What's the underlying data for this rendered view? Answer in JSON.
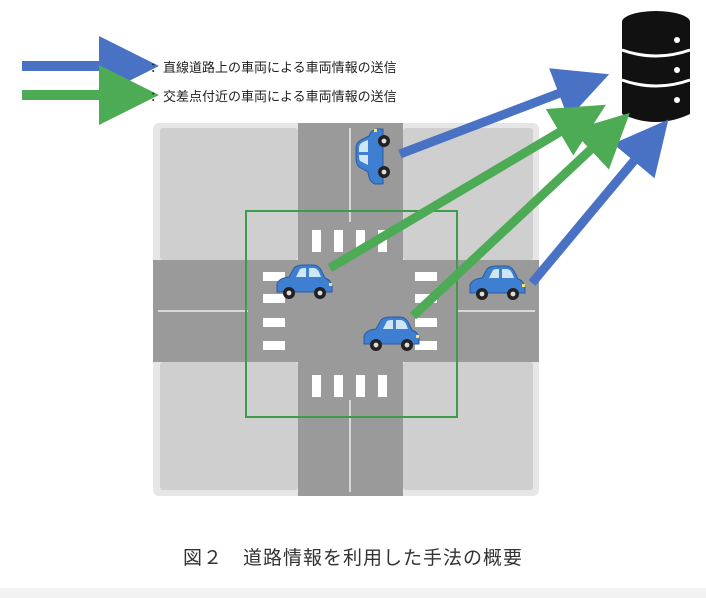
{
  "legend": {
    "blue": {
      "text": "：直線道路上の車両による車両情報の送信",
      "color": "#4a72c4"
    },
    "green": {
      "text": "：交差点付近の車両による車両情報の送信",
      "color": "#4daa55"
    }
  },
  "caption": "図２　道路情報を利用した手法の概要",
  "icons": {
    "server": "database-icon",
    "vehicle": "car-icon"
  },
  "colors": {
    "road": "#9a9a9a",
    "block": "#cfcfcf",
    "map_bg": "#e6e6e6",
    "intersection_box": "#3f9a4c",
    "car_body": "#3f7fd1"
  }
}
